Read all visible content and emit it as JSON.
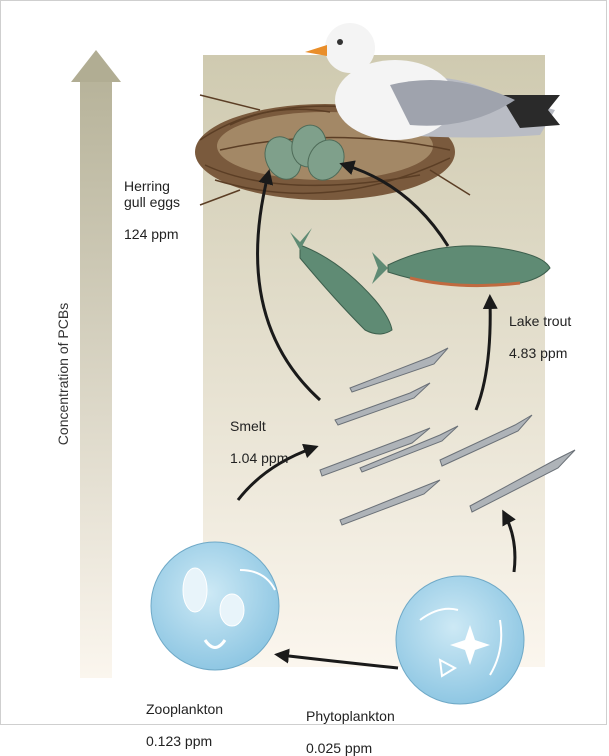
{
  "axis": {
    "label": "Concentration of PCBs"
  },
  "organisms": [
    {
      "name": "Herring\ngull eggs",
      "concentration": "124 ppm"
    },
    {
      "name": "Lake trout",
      "concentration": "4.83 ppm"
    },
    {
      "name": "Smelt",
      "concentration": "1.04 ppm"
    },
    {
      "name": "Zooplankton",
      "concentration": "0.123 ppm"
    },
    {
      "name": "Phytoplankton",
      "concentration": "0.025 ppm"
    }
  ]
}
